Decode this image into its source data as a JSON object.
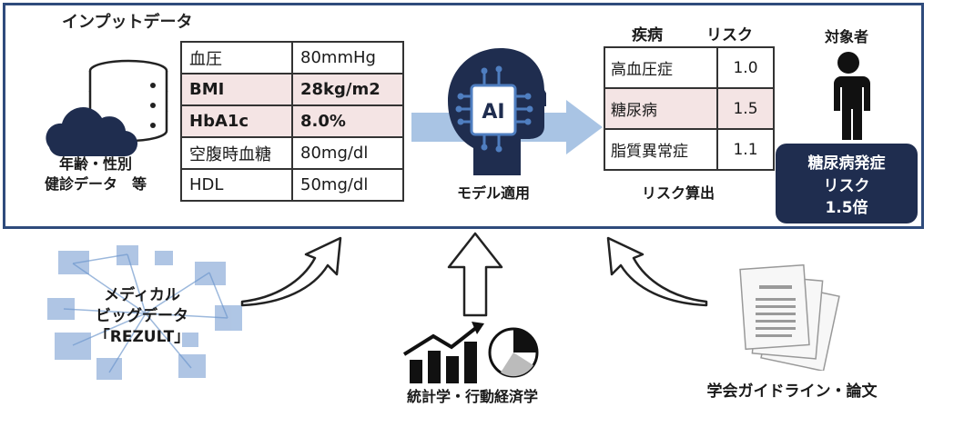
{
  "input_section": {
    "title": "インプットデータ",
    "source_caption_line1": "年齢・性別",
    "source_caption_line2": "健診データ　等",
    "rows": [
      {
        "item": "血圧",
        "value": "80mmHg",
        "highlight": false
      },
      {
        "item": "BMI",
        "value": "28kg/m2",
        "highlight": true
      },
      {
        "item": "HbA1c",
        "value": "8.0%",
        "highlight": true
      },
      {
        "item": "空腹時血糖",
        "value": "80mg/dl",
        "highlight": false
      },
      {
        "item": "HDL",
        "value": "50mg/dl",
        "highlight": false
      }
    ]
  },
  "model": {
    "caption": "モデル適用",
    "icon_text": "AI"
  },
  "risk_section": {
    "header_disease": "疾病",
    "header_risk": "リスク",
    "caption": "リスク算出",
    "rows": [
      {
        "disease": "高血圧症",
        "risk": "1.0",
        "highlight": false
      },
      {
        "disease": "糖尿病",
        "risk": "1.5",
        "highlight": true
      },
      {
        "disease": "脂質異常症",
        "risk": "1.1",
        "highlight": false
      }
    ]
  },
  "subject": {
    "title": "対象者",
    "badge_line1": "糖尿病発症",
    "badge_line2": "リスク",
    "badge_line3": "1.5倍"
  },
  "sources": {
    "medical_line1": "メディカル",
    "medical_line2": "ビッグデータ",
    "medical_line3": "「REZULT」",
    "stats": "統計学・行動経済学",
    "guidelines": "学会ガイドライン・論文"
  },
  "colors": {
    "frame": "#2f4b7c",
    "highlight": "#f4e4e4",
    "badge": "#1f2d4f",
    "accent_blue": "#4f7ec0"
  }
}
